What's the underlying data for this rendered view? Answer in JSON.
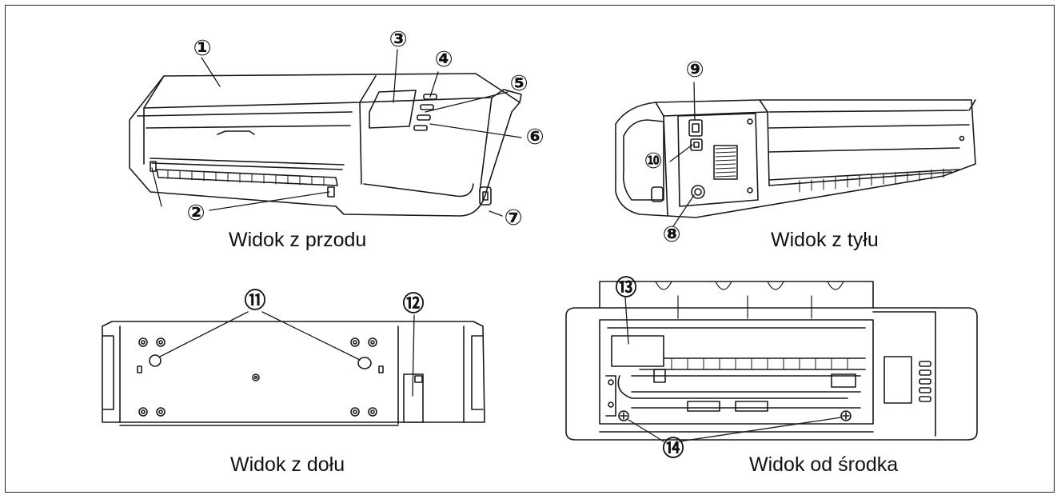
{
  "captions": {
    "front": "Widok z przodu",
    "back": "Widok z tyłu",
    "bottom": "Widok z dołu",
    "inside": "Widok od środka"
  },
  "callouts": [
    "①",
    "②",
    "③",
    "④",
    "⑤",
    "⑥",
    "⑦",
    "⑧",
    "⑨",
    "⑩",
    "⑪",
    "⑫",
    "⑬",
    "⑭"
  ],
  "colors": {
    "line": "#1a1a1a",
    "fill": "#ffffff",
    "shade": "#e6e6e6"
  }
}
